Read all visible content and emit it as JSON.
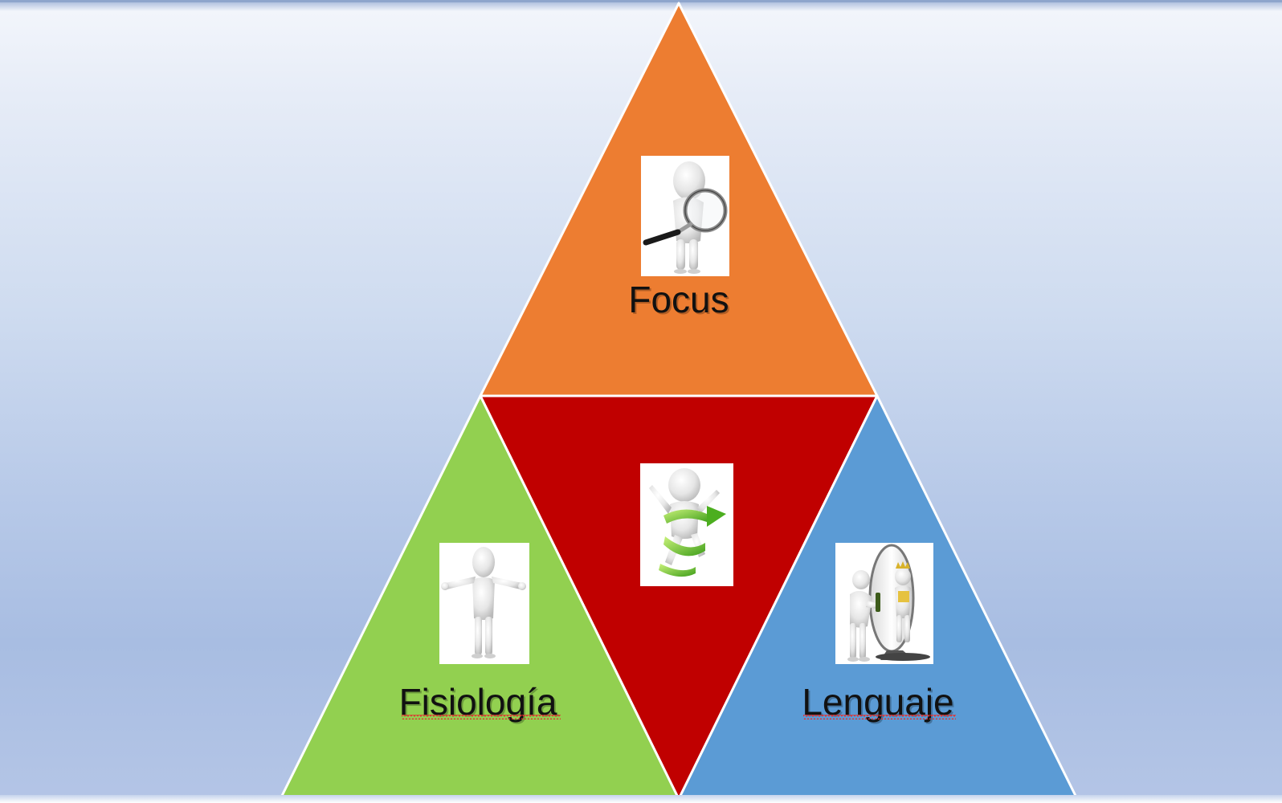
{
  "diagram": {
    "top": {
      "label": "Focus",
      "color": "#ED7D31",
      "icon": "magnifying-glass-figure-icon"
    },
    "center": {
      "label": "",
      "color": "#C00000",
      "icon": "jumping-figure-arrow-icon"
    },
    "left": {
      "label": "Fisiología",
      "color": "#92D050",
      "icon": "arms-open-figure-icon"
    },
    "right": {
      "label": "Lenguaje",
      "color": "#5B9BD5",
      "icon": "mirror-king-figure-icon"
    },
    "spellcheck_color": "#E03030"
  }
}
